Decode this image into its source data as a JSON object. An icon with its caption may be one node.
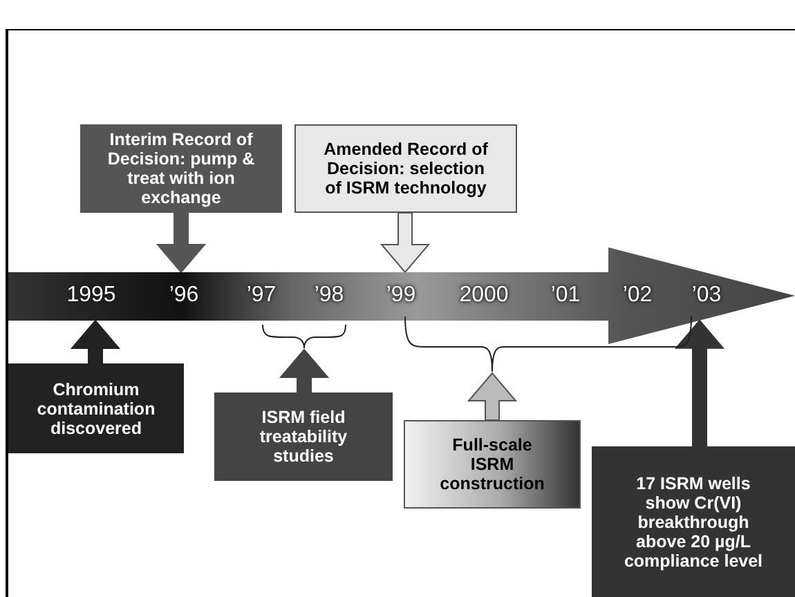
{
  "diagram": {
    "nodes": [
      {
        "text": [
          "Interim Record of Decision:  pump & treat with ion exchange"
        ]
      },
      {
        "text": [
          "Amended Record of Decision: selection of ISRM technology"
        ]
      },
      {
        "text": [
          "1995",
          "’96",
          "’97",
          "’98",
          "’99",
          "2000",
          "’01",
          "’02",
          "’03"
        ]
      },
      {
        "text": [],
        "shape": "brace"
      },
      {
        "text": [],
        "shape": "brace"
      },
      {
        "text": [
          "Chromium contamination discovered"
        ]
      },
      {
        "text": [
          "ISRM field treatability studies"
        ]
      },
      {
        "text": [
          "Full-scale ISRM construction"
        ]
      },
      {
        "text": [
          "17 ISRM wells show Cr(VI) breakthrough above 20 µg/L compliance level"
        ]
      }
    ],
    "edges": [
      {
        "from": 0,
        "to": 2,
        "arrow": "to"
      },
      {
        "from": 1,
        "to": 2,
        "arrow": "to"
      },
      {
        "from": 5,
        "to": 2,
        "arrow": "to"
      },
      {
        "from": 6,
        "to": 3,
        "arrow": "to"
      },
      {
        "from": 7,
        "to": 4,
        "arrow": "to"
      },
      {
        "from": 8,
        "to": 2,
        "arrow": "to"
      }
    ]
  }
}
